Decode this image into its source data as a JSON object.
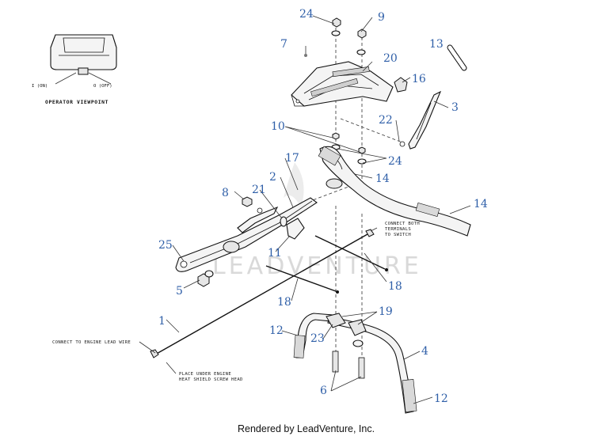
{
  "viewpoint": {
    "on_label": "I (ON)",
    "off_label": "O (OFF)",
    "caption": "OPERATOR VIEWPOINT"
  },
  "notes": {
    "switch_line1": "CONNECT BOTH",
    "switch_line2": "TERMINALS",
    "switch_line3": "TO SWITCH",
    "engine_lead": "CONNECT TO ENGINE LEAD WIRE",
    "heat_shield_line1": "PLACE UNDER ENGINE",
    "heat_shield_line2": "HEAT SHIELD SCREW HEAD"
  },
  "callouts": {
    "c1": "1",
    "c2": "2",
    "c3": "3",
    "c4": "4",
    "c5": "5",
    "c6": "6",
    "c7": "7",
    "c8": "8",
    "c9": "9",
    "c10": "10",
    "c11": "11",
    "c12a": "12",
    "c12b": "12",
    "c13": "13",
    "c14a": "14",
    "c14b": "14",
    "c16": "16",
    "c17": "17",
    "c18a": "18",
    "c18b": "18",
    "c19": "19",
    "c20": "20",
    "c21": "21",
    "c22": "22",
    "c23": "23",
    "c24a": "24",
    "c24b": "24",
    "c25": "25"
  },
  "watermark": "LEADVENTURE",
  "footer": "Rendered by LeadVenture, Inc.",
  "colors": {
    "callout": "#2f5fa8",
    "line": "#111111",
    "watermark": "#d9d9d9"
  }
}
